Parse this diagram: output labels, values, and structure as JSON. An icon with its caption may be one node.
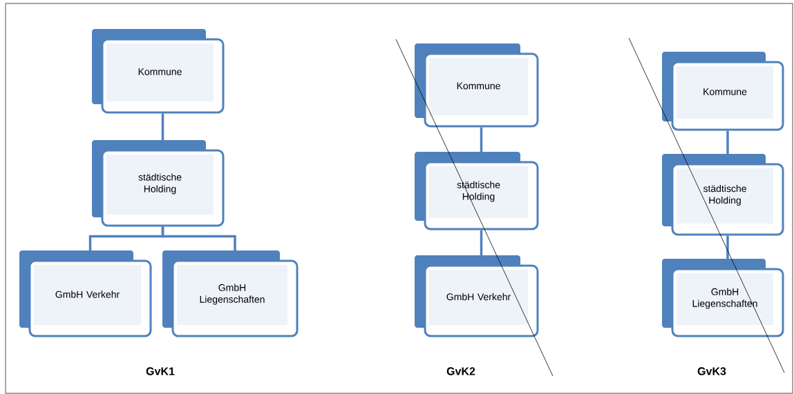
{
  "diagram": {
    "nodes": [
      {
        "text": [
          "Kommune"
        ]
      },
      {
        "text": [
          "städtische Holding"
        ]
      },
      {
        "text": [
          "GmbH Verkehr"
        ]
      },
      {
        "text": [
          "GmbH Liegenschaften"
        ]
      },
      {
        "text": [
          "Kommune"
        ]
      },
      {
        "text": [
          "städtische Holding"
        ]
      },
      {
        "text": [
          "GmbH Verkehr"
        ]
      },
      {
        "text": [
          "Kommune"
        ]
      },
      {
        "text": [
          "städtische Holding"
        ]
      },
      {
        "text": [
          "GmbH Liegenschaften"
        ]
      }
    ],
    "edges": [
      {
        "from": 0,
        "to": 1,
        "arrow": "none"
      },
      {
        "from": 1,
        "to": 2,
        "arrow": "none"
      },
      {
        "from": 1,
        "to": 3,
        "arrow": "none"
      },
      {
        "from": 4,
        "to": 5,
        "arrow": "none"
      },
      {
        "from": 5,
        "to": 6,
        "arrow": "none"
      },
      {
        "from": 7,
        "to": 8,
        "arrow": "none"
      },
      {
        "from": 8,
        "to": 9,
        "arrow": "none"
      }
    ],
    "labels": [
      "GvK1",
      "GvK2",
      "GvK3"
    ]
  }
}
